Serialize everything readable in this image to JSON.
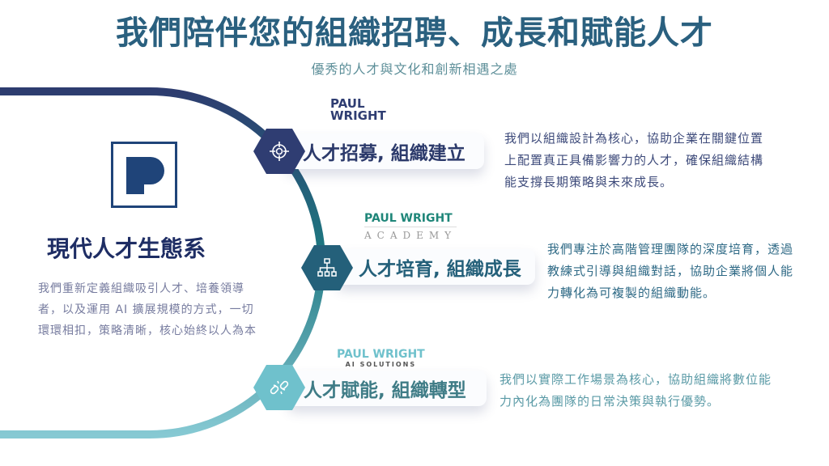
{
  "header": {
    "title": "我們陪伴您的組織招聘、成長和賦能人才",
    "subtitle": "優秀的人才與文化和創新相遇之處"
  },
  "left": {
    "logo_letter": "P",
    "heading": "現代人才生態系",
    "lines": [
      "我們重新定義組織吸引人才、培養領導",
      "者，以及運用 AI 擴展規模的方式，一切",
      "環環相扣，策略清晰，核心始終以人為本"
    ]
  },
  "pillars": [
    {
      "brand": [
        "PAUL",
        "WRIGHT"
      ],
      "label": "人才招募, 組織建立",
      "icon": "target-icon",
      "color": "#2f3d72",
      "desc": [
        "我們以組織設計為核心，協助企業在關鍵位置",
        "上配置真正具備影響力的人才，確保組織結構",
        "能支撐長期策略與未來成長。"
      ]
    },
    {
      "brand": [
        "PAUL WRIGHT",
        "ACADEMY"
      ],
      "label": "人才培育, 組織成長",
      "icon": "org-chart-icon",
      "color": "#24607a",
      "desc": [
        "我們專注於高階管理團隊的深度培育，透過",
        "教練式引導與組織對話，協助企業將個人能",
        "力轉化為可複製的組織動能。"
      ]
    },
    {
      "brand": [
        "PAUL WRIGHT",
        "AI SOLUTIONS"
      ],
      "label": "人才賦能, 組織轉型",
      "icon": "broken-link-icon",
      "color": "#6fc1cc",
      "desc": [
        "我們以實際工作場景為核心，協助組織將數位能",
        "力內化為團隊的日常決策與執行優勢。"
      ]
    }
  ]
}
